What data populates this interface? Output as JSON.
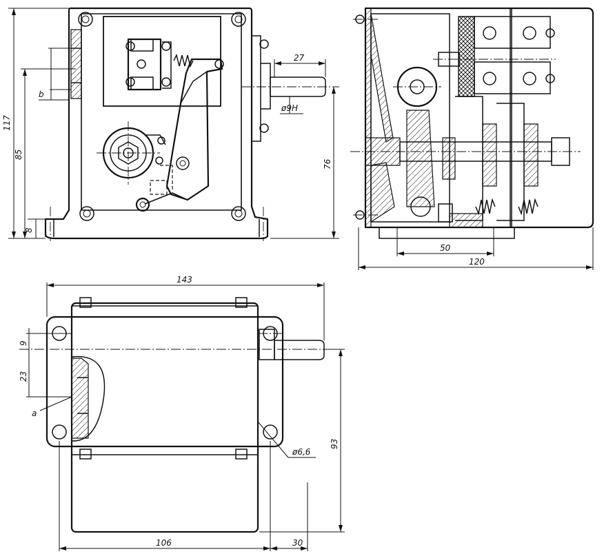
{
  "drawing": {
    "front_view": {
      "dim_overall_height": "117",
      "dim_axis_height": "85",
      "dim_base": "8",
      "dim_label_b": "b",
      "dim_shaft_len": "27",
      "dim_shaft_dia": "ø9H",
      "dim_shaft_axis": "76"
    },
    "side_section": {
      "dim_inner": "50",
      "dim_depth": "120"
    },
    "plan_view": {
      "dim_length": "143",
      "dim_offset": "9",
      "dim_hole_spacing": "23",
      "dim_label_a": "a",
      "dim_hole_dia": "ø6,6",
      "dim_width": "93",
      "dim_body": "106",
      "dim_overhang": "30"
    }
  }
}
